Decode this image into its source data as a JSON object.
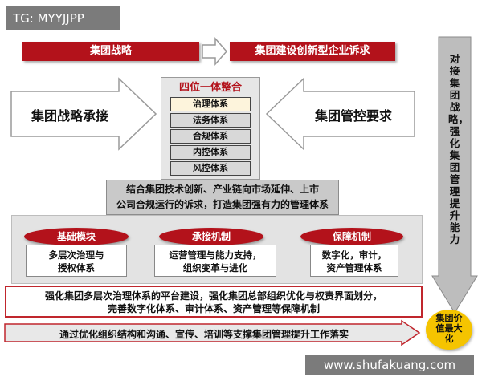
{
  "tag_label": "TG: MYYJJPP",
  "top": {
    "left_bar": "集团战略",
    "right_bar": "集团建设创新型企业诉求"
  },
  "side_left": "集团战略承接",
  "side_right": "集团管控要求",
  "integration": {
    "title": "四位一体整合",
    "items": [
      "治理体系",
      "法务体系",
      "合规体系",
      "内控体系",
      "风控体系"
    ]
  },
  "summary": {
    "line1": "结合集团技术创新、产业链向市场延伸、上市",
    "line2": "公司合规运行的诉求，打造集团强有力的管理体系"
  },
  "pillars": [
    {
      "title": "基础模块",
      "line1": "多层次治理与",
      "line2": "授权体系"
    },
    {
      "title": "承接机制",
      "line1": "运营管理与能力支持，",
      "line2": "组织变革与进化"
    },
    {
      "title": "保障机制",
      "line1": "数字化，审计，",
      "line2": "资产管理体系"
    }
  ],
  "bottom1": {
    "line1": "强化集团多层次治理体系的平台建设，强化集团总部组织优化与权责界面划分，",
    "line2": "完善数字化体系、审计体系、资产管理等保障机制"
  },
  "bottom2": "通过优化组织结构和沟通、宣传、培训等支撑集团管理提升工作落实",
  "vertical_arrow_text": "对接集团战略，强化集团管理提升能力",
  "goal_circle": {
    "line1": "集团价",
    "line2": "值最大",
    "line3": "化"
  },
  "watermark": "www.shufakuang.com",
  "colors": {
    "accent_red": "#b3121b",
    "goal_yellow": "#f5c400",
    "layer_gray": "#c9c9c9"
  }
}
